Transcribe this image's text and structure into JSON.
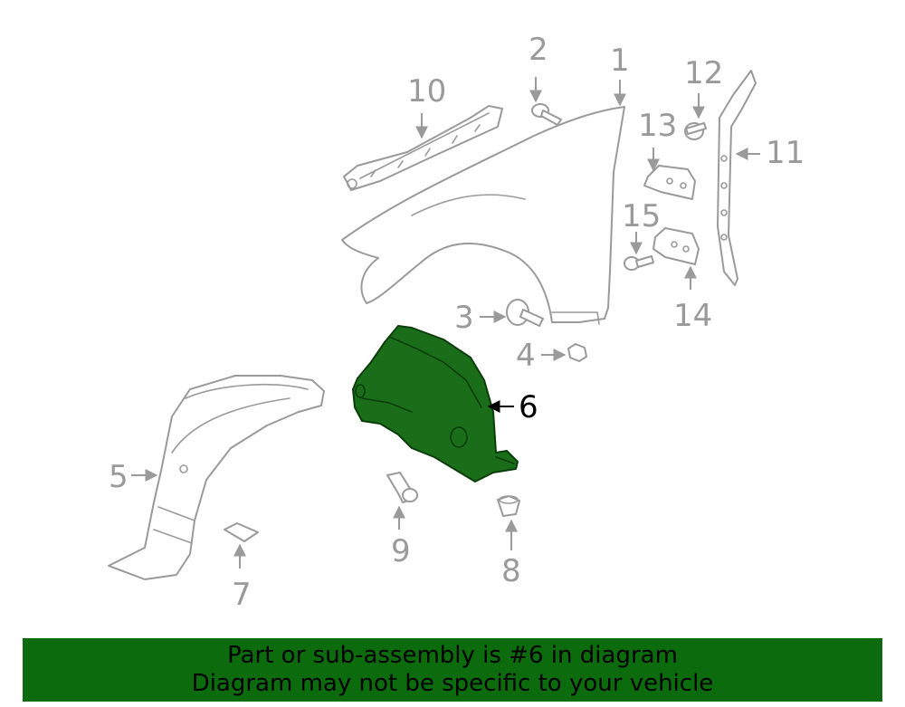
{
  "callouts": {
    "c1": "1",
    "c2": "2",
    "c3": "3",
    "c4": "4",
    "c5": "5",
    "c6": "6",
    "c7": "7",
    "c8": "8",
    "c9": "9",
    "c10": "10",
    "c11": "11",
    "c12": "12",
    "c13": "13",
    "c14": "14",
    "c15": "15"
  },
  "highlight": {
    "part": "6",
    "color": "#1a6e1a"
  },
  "banner": {
    "line1": "Part or sub-assembly is #6 in diagram",
    "line2": "Diagram may not be specific to your vehicle",
    "color": "#0c6b0c"
  }
}
